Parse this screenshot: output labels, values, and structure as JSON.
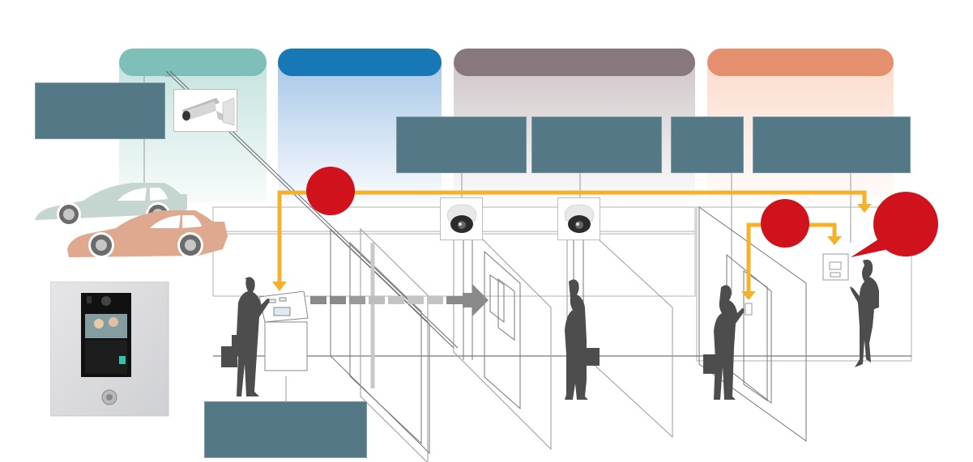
{
  "colors": {
    "zone_1": "#7ebfba",
    "zone_2": "#1878b6",
    "zone_3": "#87787e",
    "zone_4": "#e4906e",
    "label_box": "#557887",
    "flow_arrow": "#f6b12b",
    "marker": "#d0121d",
    "silhouette": "#4d4d4d",
    "dashed_arrow": "#8a8a8a"
  },
  "zones": [
    {
      "id": "zone-1",
      "label": ""
    },
    {
      "id": "zone-2",
      "label": ""
    },
    {
      "id": "zone-3",
      "label": ""
    },
    {
      "id": "zone-4",
      "label": ""
    }
  ],
  "label_boxes": [
    {
      "id": "parking-camera-label",
      "text": ""
    },
    {
      "id": "lobby-label-1",
      "text": ""
    },
    {
      "id": "lobby-label-2",
      "text": ""
    },
    {
      "id": "floor-label-1",
      "text": ""
    },
    {
      "id": "floor-label-2",
      "text": ""
    },
    {
      "id": "entrance-panel-label",
      "text": ""
    }
  ],
  "markers": [
    {
      "id": "marker-entrance",
      "text": ""
    },
    {
      "id": "marker-door",
      "text": ""
    },
    {
      "id": "marker-speech",
      "text": ""
    }
  ],
  "icons": {
    "bullet_camera": "bullet-camera-icon",
    "dome_camera": "dome-camera-icon",
    "car": "car-icon",
    "intercom_panel": "intercom-panel-icon",
    "person": "person-silhouette-icon",
    "indoor_monitor": "indoor-monitor-icon"
  }
}
